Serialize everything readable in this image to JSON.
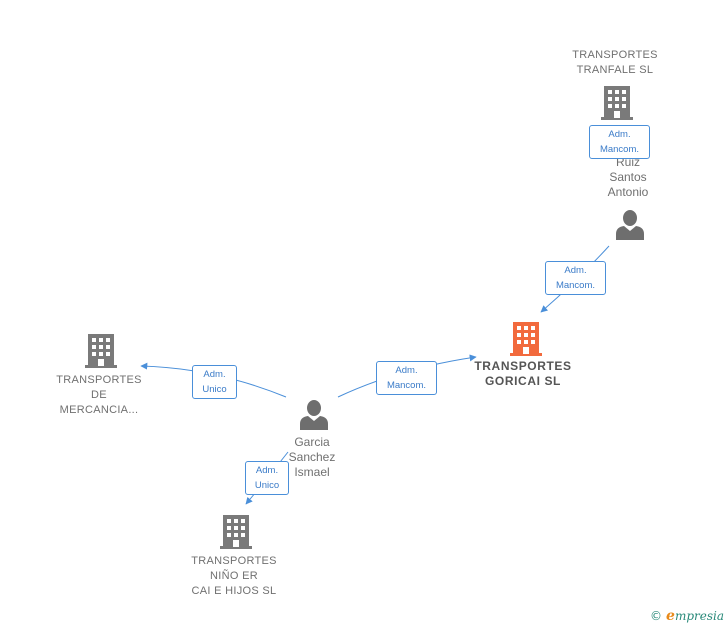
{
  "nodes": {
    "tranfale": {
      "lines": [
        "TRANSPORTES",
        "TRANFALE SL"
      ]
    },
    "ruiz": {
      "lines": [
        "Ruiz",
        "Santos",
        "Antonio"
      ]
    },
    "goricai": {
      "lines": [
        "TRANSPORTES",
        "GORICAI SL"
      ]
    },
    "mercancia": {
      "lines": [
        "TRANSPORTES",
        "DE",
        "MERCANCIA..."
      ]
    },
    "garcia": {
      "lines": [
        "Garcia",
        "Sanchez",
        "Ismael"
      ]
    },
    "nino": {
      "lines": [
        "TRANSPORTES",
        "NIÑO ER",
        "CAI E HIJOS SL"
      ]
    }
  },
  "edges": {
    "tranfale_ruiz": {
      "lines": [
        "Adm.",
        "Mancom."
      ]
    },
    "ruiz_goricai": {
      "lines": [
        "Adm.",
        "Mancom."
      ]
    },
    "garcia_goricai": {
      "lines": [
        "Adm.",
        "Mancom."
      ]
    },
    "garcia_mercancia": {
      "lines": [
        "Adm.",
        "Unico"
      ]
    },
    "garcia_nino": {
      "lines": [
        "Adm.",
        "Unico"
      ]
    }
  },
  "colors": {
    "company": "#7a7a7a",
    "company_main": "#f26a3d",
    "person": "#6e6e6e",
    "edge": "#4a8fd9"
  },
  "footer": {
    "copyright": "©",
    "brand_initial": "e",
    "brand_rest": "mpresia"
  }
}
